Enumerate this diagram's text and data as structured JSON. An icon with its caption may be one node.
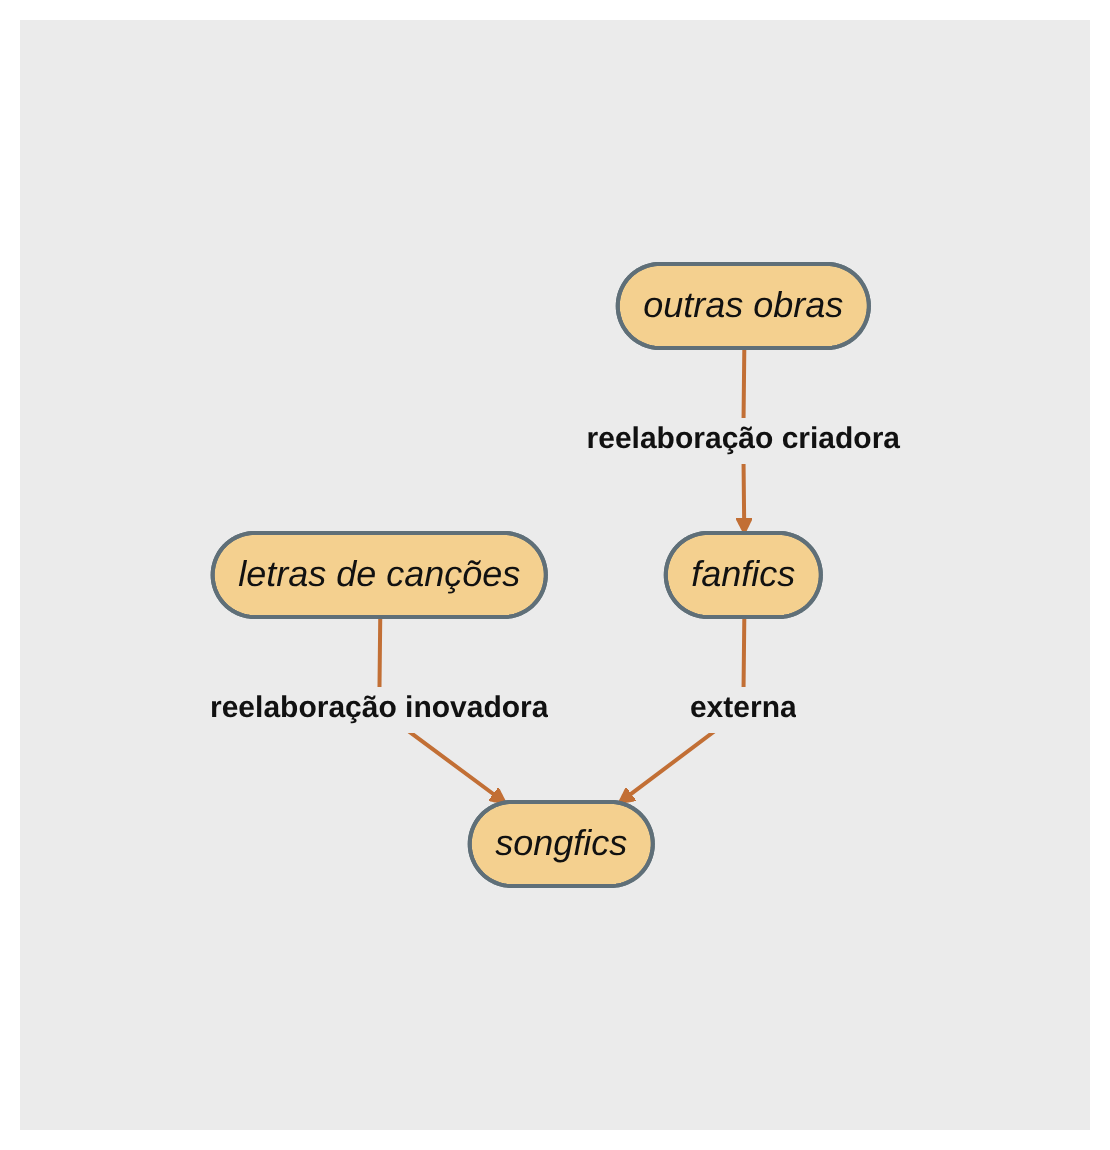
{
  "diagram": {
    "nodes": [
      {
        "text": [
          "outras obras"
        ]
      },
      {
        "text": [
          "letras de canções"
        ]
      },
      {
        "text": [
          "fanfics"
        ]
      },
      {
        "text": [
          "songfics"
        ]
      }
    ],
    "edges": [
      {
        "from": 0,
        "to": 2,
        "arrow": "to",
        "label": "reelaboração criadora"
      },
      {
        "from": 1,
        "to": 3,
        "arrow": "to",
        "label": "reelaboração inovadora"
      },
      {
        "from": 2,
        "to": 3,
        "arrow": "to",
        "label": "externa"
      }
    ]
  }
}
